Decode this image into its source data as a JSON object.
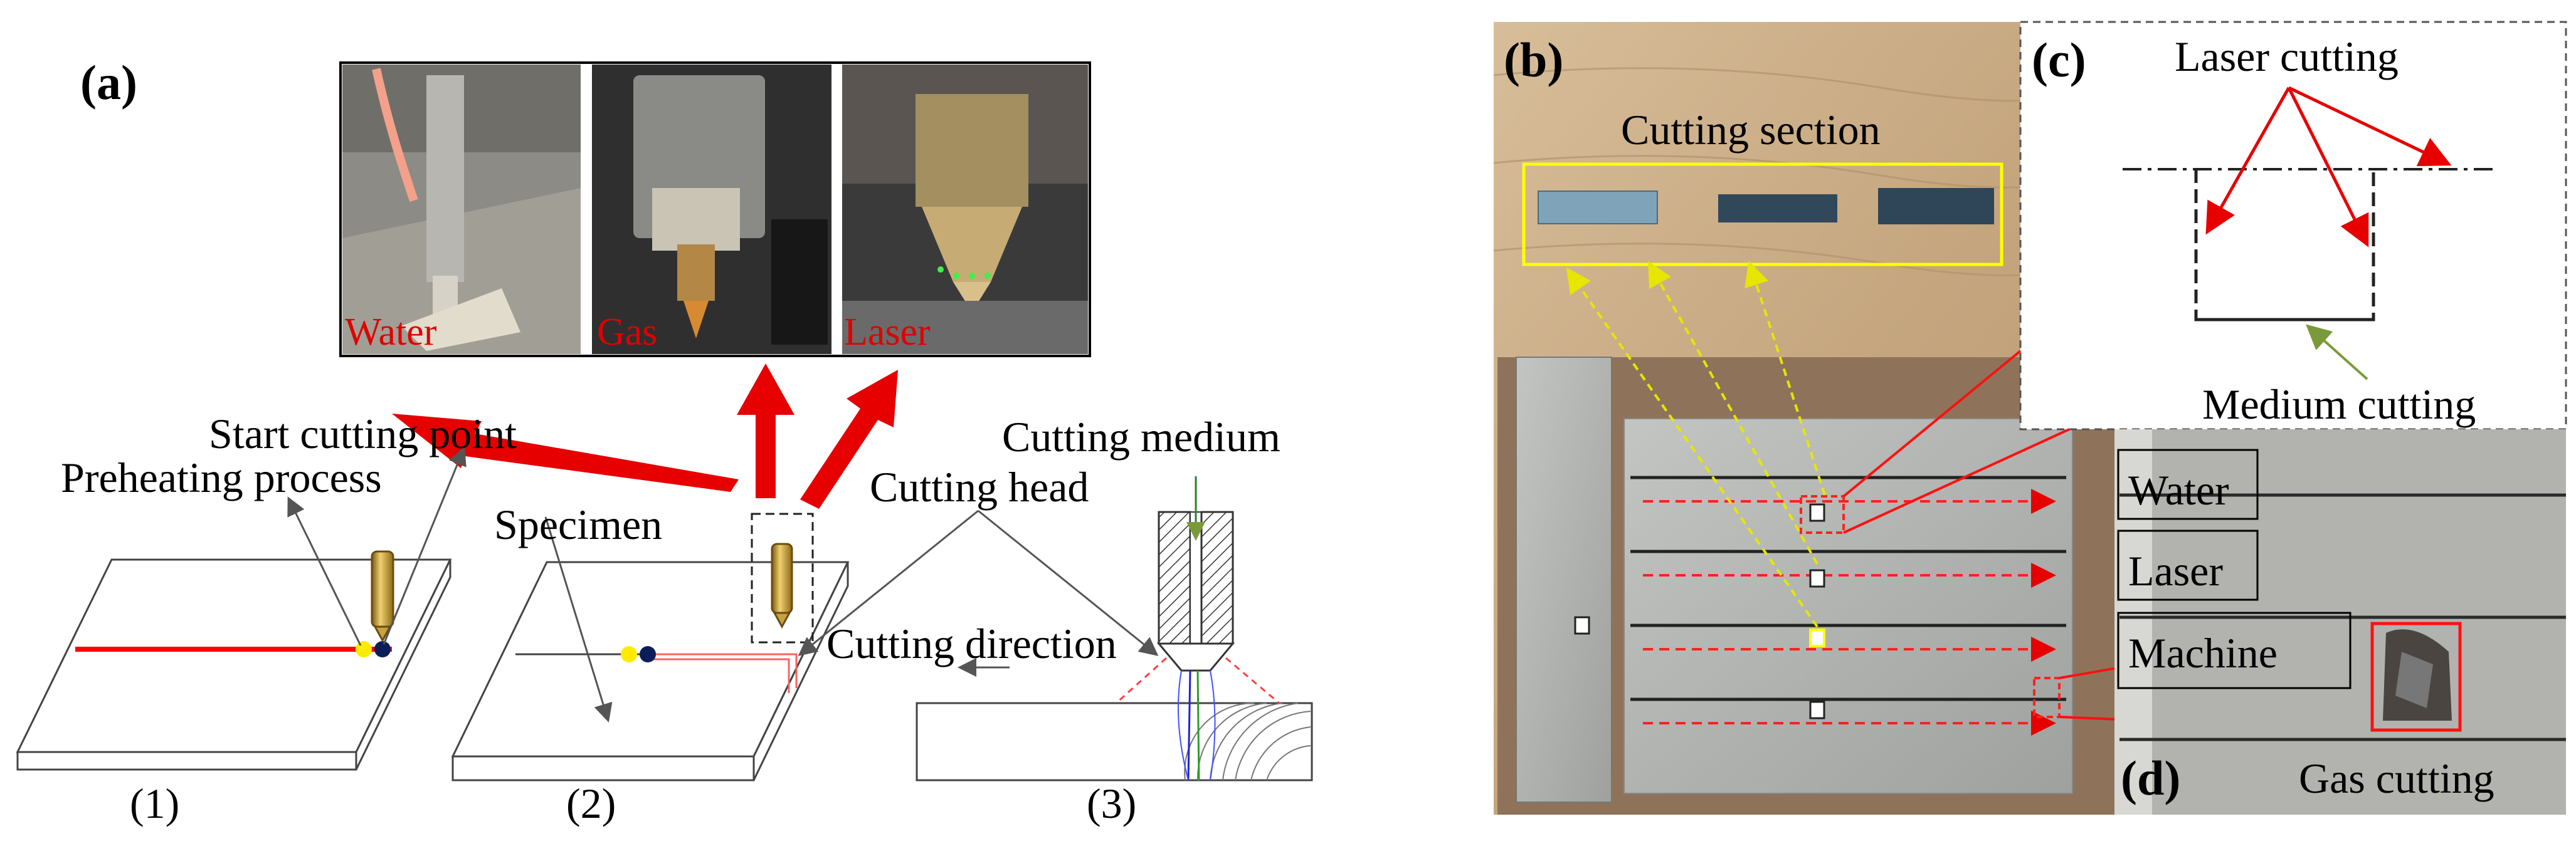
{
  "colors": {
    "cut_line": "#ff0000",
    "arrow_red": "#e60000",
    "highlight_yellow": "#ffff00",
    "leader": "#555555",
    "medium_arrow": "#7a9a3a",
    "wood": "#c8ab86",
    "steel": "#aeb0ad"
  },
  "panel_a": {
    "label": "(a)",
    "photo_captions": [
      "Water",
      "Gas",
      "Laser"
    ],
    "annotations": {
      "start_point": "Start cutting point",
      "preheating": "Preheating process",
      "specimen": "Specimen",
      "cutting_head": "Cutting head",
      "cutting_medium": "Cutting medium",
      "cutting_direction": "Cutting direction"
    },
    "step_labels": [
      "(1)",
      "(2)",
      "(3)"
    ]
  },
  "panel_b": {
    "label": "(b)",
    "cutting_section": "Cutting section"
  },
  "panel_c": {
    "label": "(c)",
    "laser_cutting": "Laser cutting",
    "medium_cutting": "Medium cutting"
  },
  "panel_d": {
    "label": "(d)",
    "boxes": [
      "Water",
      "Laser",
      "Machine"
    ],
    "gas_cutting": "Gas cutting"
  }
}
